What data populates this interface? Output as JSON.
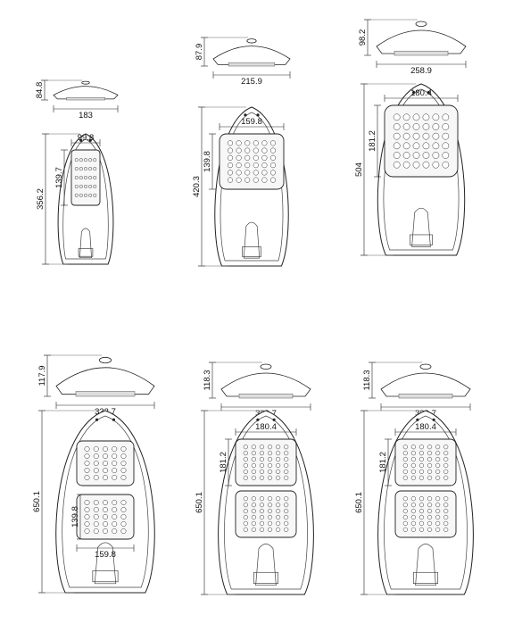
{
  "drawing": {
    "models": [
      {
        "id": "m1",
        "side_width": "183",
        "side_height": "84.8",
        "length": "356.2",
        "module_width": "99.8",
        "module_height": "139.7",
        "modules": 1
      },
      {
        "id": "m2",
        "side_width": "215.9",
        "side_height": "87.9",
        "length": "420.3",
        "module_width": "159.8",
        "module_height": "139.8",
        "modules": 1
      },
      {
        "id": "m3",
        "side_width": "258.9",
        "side_height": "98.2",
        "length": "504",
        "module_width": "180.4",
        "module_height": "181.2",
        "modules": 1
      },
      {
        "id": "m4",
        "side_width": "333.7",
        "side_height": "117.9",
        "length": "650.1",
        "module_width": "159.8",
        "module_height": "139.8",
        "modules": 2
      },
      {
        "id": "m5",
        "side_width": "333.7",
        "side_height": "118.3",
        "length": "650.1",
        "module_width": "180.4",
        "module_height": "181.2",
        "modules": 2
      },
      {
        "id": "m6",
        "side_width": "333.7",
        "side_height": "118.3",
        "length": "650.1",
        "module_width": "180.4",
        "module_height": "181.2",
        "modules": 2
      }
    ]
  }
}
